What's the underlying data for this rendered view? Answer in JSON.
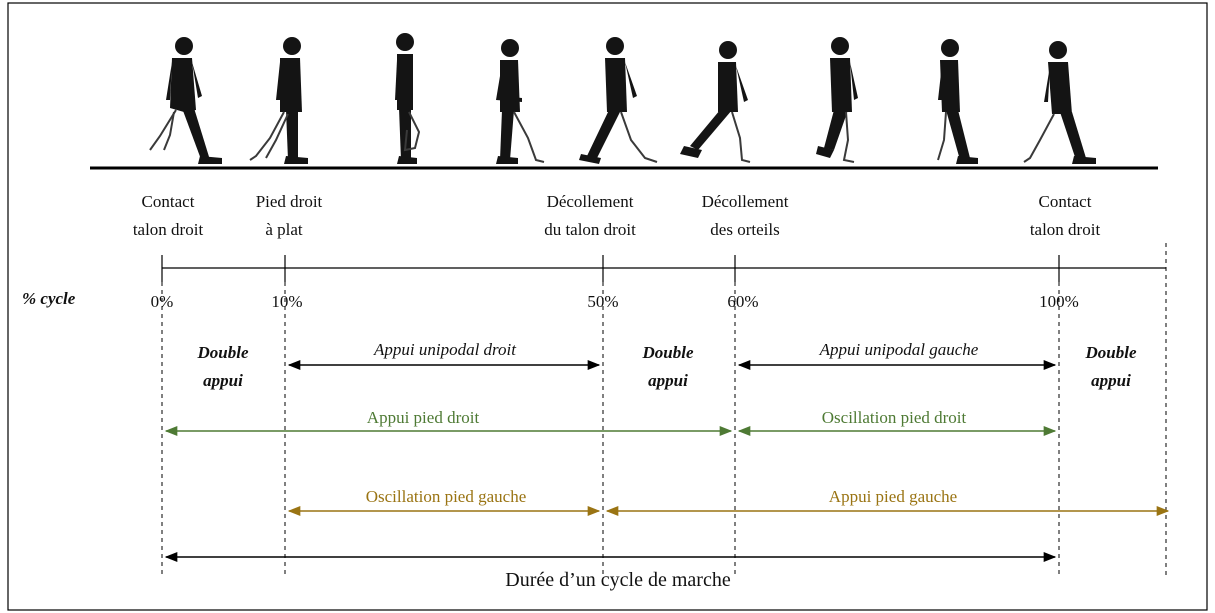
{
  "events": [
    {
      "line1": "Contact",
      "line2": "talon droit"
    },
    {
      "line1": "Pied droit",
      "line2": "à plat"
    },
    {
      "line1": "Décollement",
      "line2": "du talon droit"
    },
    {
      "line1": "Décollement",
      "line2": "des orteils"
    },
    {
      "line1": "Contact",
      "line2": "talon droit"
    }
  ],
  "cycle_label": "% cycle",
  "percent_ticks": [
    "0%",
    "10%",
    "50%",
    "60%",
    "100%"
  ],
  "support_phases": {
    "double_support": {
      "line1": "Double",
      "line2": "appui"
    },
    "single_right": "Appui unipodal droit",
    "single_left": "Appui unipodal gauche"
  },
  "right_foot": {
    "stance": "Appui pied droit",
    "swing": "Oscillation pied droit",
    "color": "#4e7a34"
  },
  "left_foot": {
    "swing": "Oscillation pied gauche",
    "stance": "Appui pied gauche",
    "color": "#9a7413"
  },
  "cycle_duration": "Durée d’un cycle de marche",
  "axis_color": "#000000"
}
